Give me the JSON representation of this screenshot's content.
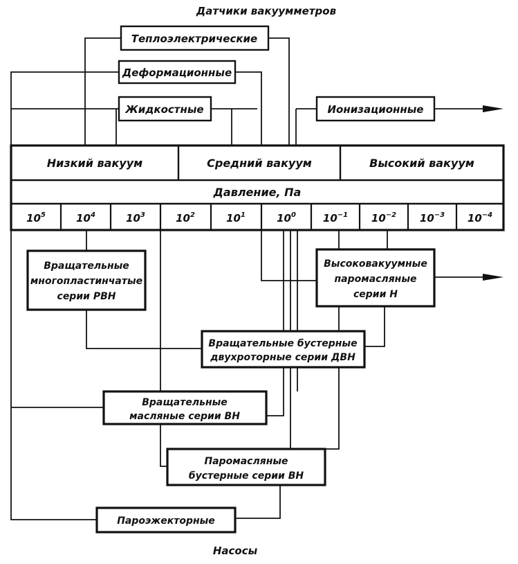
{
  "title": "Датчики вакуумметров",
  "footer": "Насосы",
  "sensors": {
    "thermo": "Теплоэлектрические",
    "deform": "Деформационные",
    "liquid": "Жидкостные",
    "ion": "Ионизационные"
  },
  "ranges": {
    "low": "Низкий вакуум",
    "medium": "Средний вакуум",
    "high": "Высокий вакуум"
  },
  "pressure_label": "Давление, Па",
  "scale": [
    {
      "base": "10",
      "exp": "5"
    },
    {
      "base": "10",
      "exp": "4"
    },
    {
      "base": "10",
      "exp": "3"
    },
    {
      "base": "10",
      "exp": "2"
    },
    {
      "base": "10",
      "exp": "1"
    },
    {
      "base": "10",
      "exp": "0"
    },
    {
      "base": "10",
      "exp": "−1"
    },
    {
      "base": "10",
      "exp": "−2"
    },
    {
      "base": "10",
      "exp": "−3"
    },
    {
      "base": "10",
      "exp": "−4"
    }
  ],
  "pumps": {
    "rvn": [
      "Вращательные",
      "многопластинчатые",
      "серии РВН"
    ],
    "high_vac": [
      "Высоковакуумные",
      "паромасляные",
      "серии Н"
    ],
    "dvn": [
      "Вращательные бустерные",
      "двухроторные серии ДВН"
    ],
    "vn": [
      "Вращательные",
      "масляные серии ВН"
    ],
    "booster": [
      "Паромасляные",
      "бустерные серии ВН"
    ],
    "ejector": "Пароэжекторные"
  }
}
